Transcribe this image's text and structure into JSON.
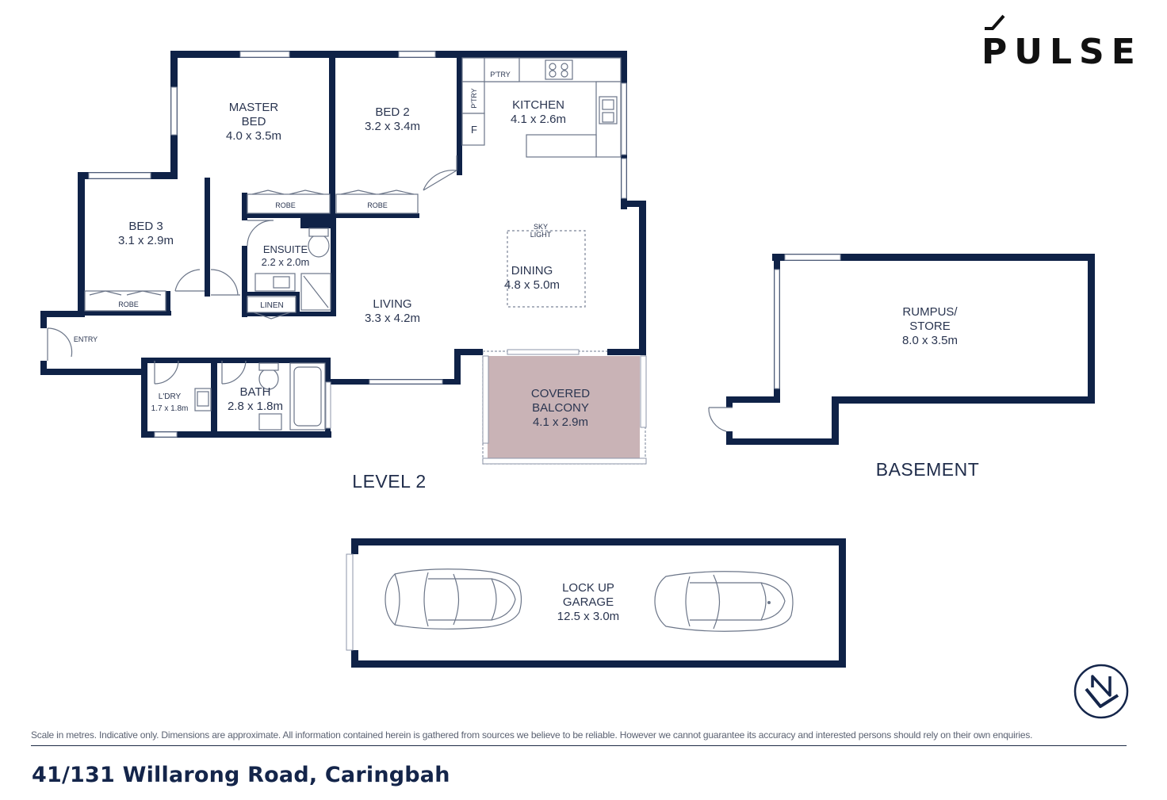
{
  "brand": {
    "name": "PULSE",
    "tick_icon": "check-tick-icon",
    "seal_icon": "agency-seal-icon"
  },
  "colors": {
    "wall": "#0f2247",
    "balcony_fill": "#c9b3b6",
    "text": "#2a3550"
  },
  "levels": {
    "level2": "LEVEL 2",
    "basement": "BASEMENT"
  },
  "rooms": {
    "master": {
      "name1": "MASTER",
      "name2": "BED",
      "size": "4.0 x 3.5m"
    },
    "bed2": {
      "name": "BED 2",
      "size": "3.2 x 3.4m"
    },
    "kitchen": {
      "name": "KITCHEN",
      "size": "4.1 x 2.6m"
    },
    "bed3": {
      "name": "BED 3",
      "size": "3.1 x 2.9m"
    },
    "ensuite": {
      "name": "ENSUITE",
      "size": "2.2 x 2.0m"
    },
    "dining": {
      "name": "DINING",
      "size": "4.8 x 5.0m",
      "skylight1": "SKY",
      "skylight2": "LIGHT"
    },
    "living": {
      "name": "LIVING",
      "size": "3.3 x 4.2m"
    },
    "laundry": {
      "name": "L'DRY",
      "size": "1.7 x 1.8m"
    },
    "bath": {
      "name": "BATH",
      "size": "2.8 x 1.8m"
    },
    "balcony": {
      "name1": "COVERED",
      "name2": "BALCONY",
      "size": "4.1 x 2.9m"
    },
    "rumpus": {
      "name1": "RUMPUS/",
      "name2": "STORE",
      "size": "8.0 x 3.5m"
    },
    "garage": {
      "name1": "LOCK UP",
      "name2": "GARAGE",
      "size": "12.5 x 3.0m"
    }
  },
  "labels": {
    "robe": "ROBE",
    "linen": "LINEN",
    "entry": "ENTRY",
    "pantry": "P'TRY",
    "fridge": "F"
  },
  "footer": {
    "disclaimer": "Scale in metres. Indicative only. Dimensions are approximate. All information contained herein is gathered from sources we believe to be reliable. However we cannot guarantee its accuracy and interested persons should rely on their own enquiries.",
    "address": "41/131 Willarong Road, Caringbah"
  }
}
